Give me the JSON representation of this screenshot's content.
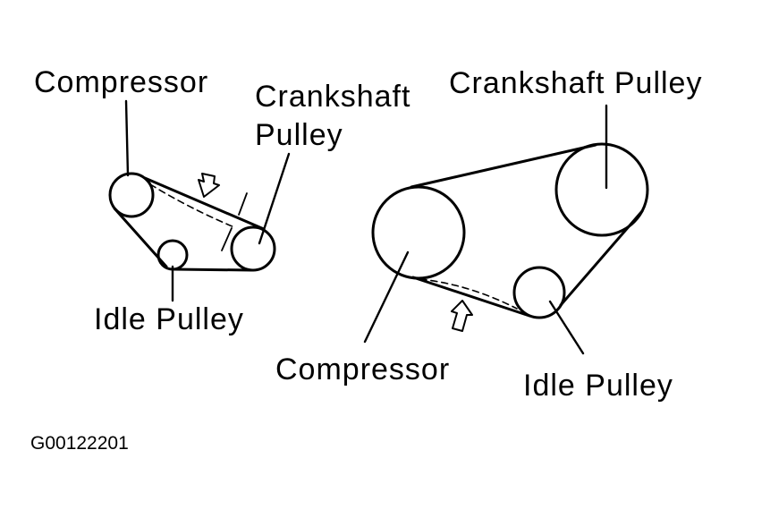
{
  "left_diagram": {
    "compressor_label": "Compressor",
    "crankshaft_label_line1": "Crankshaft",
    "crankshaft_label_line2": "Pulley",
    "idle_label": "Idle Pulley"
  },
  "right_diagram": {
    "crankshaft_label": "Crankshaft Pulley",
    "compressor_label": "Compressor",
    "idle_label": "Idle Pulley"
  },
  "figure_id": "G00122201",
  "colors": {
    "ink": "#000000",
    "background": "#ffffff"
  }
}
